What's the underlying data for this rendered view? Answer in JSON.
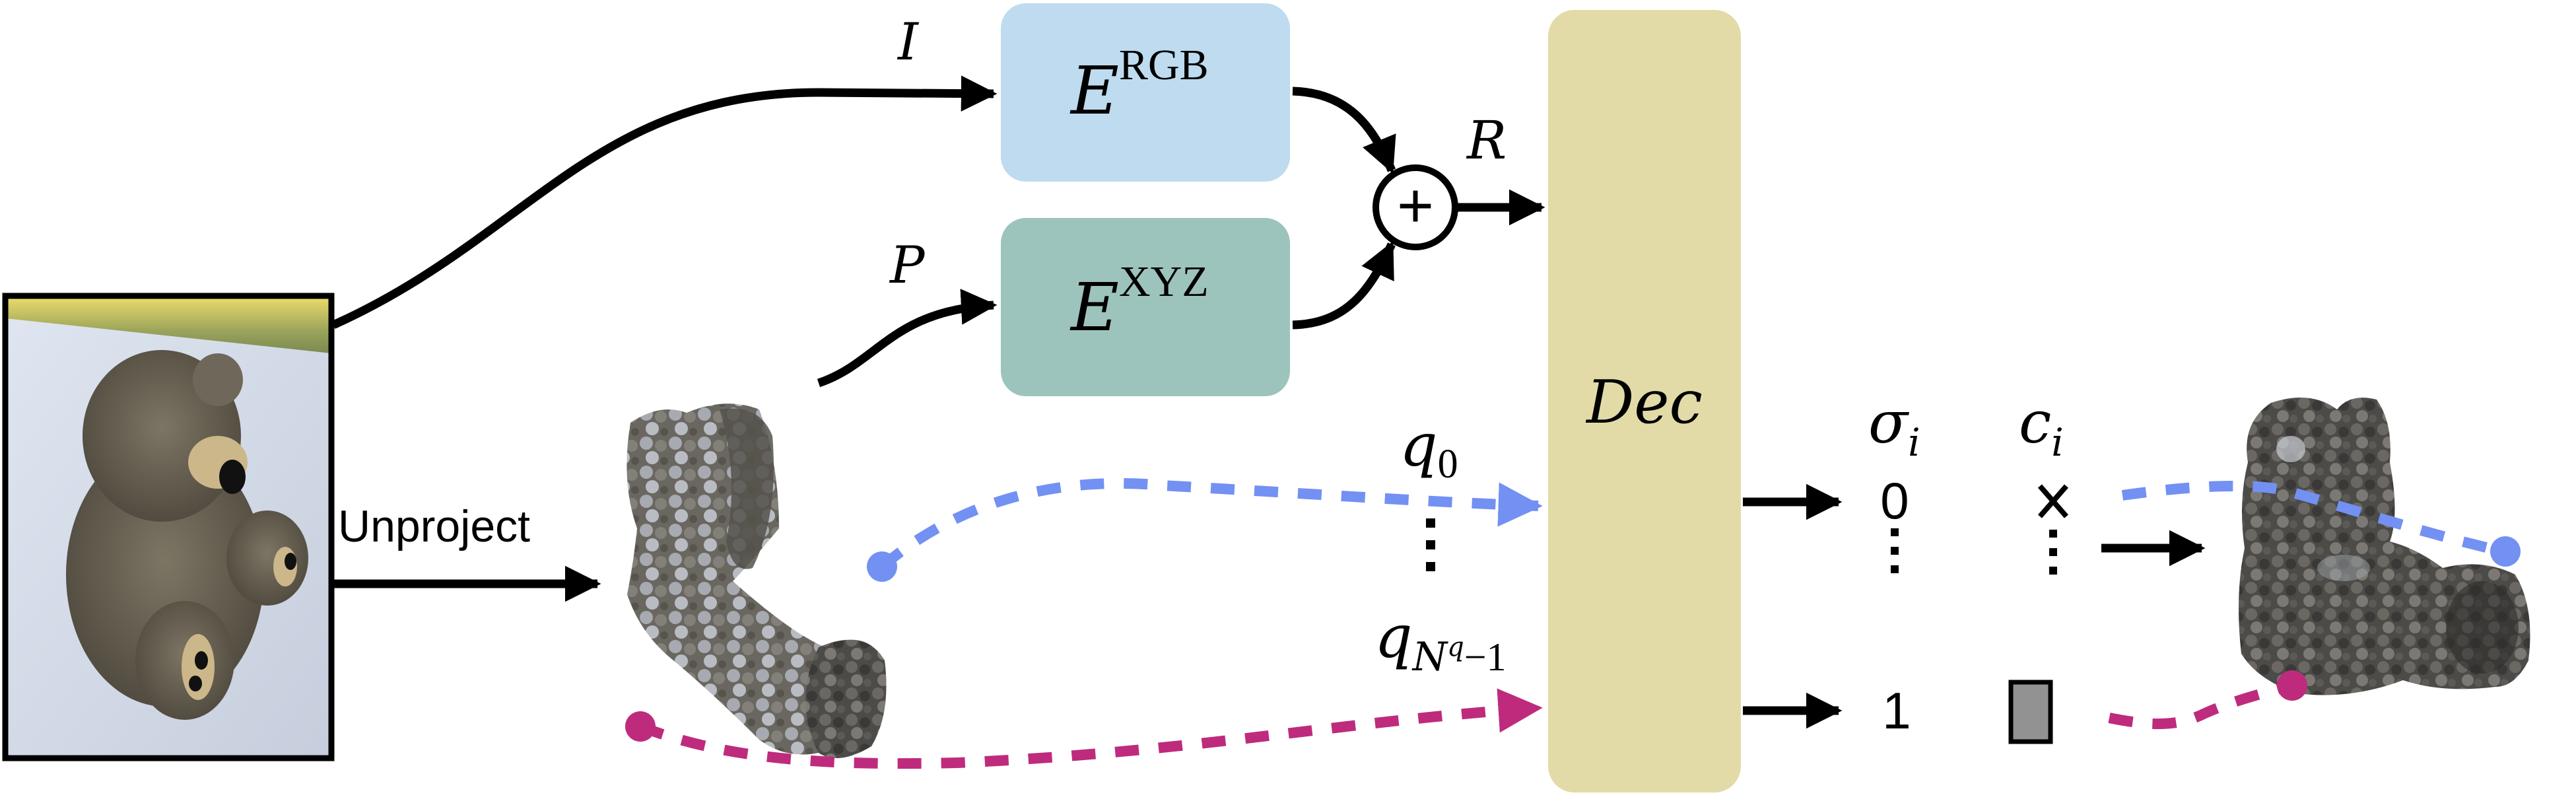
{
  "figure": {
    "title": "Pipeline diagram: image encoder + point encoder feed decoder predicting per-query density and color",
    "colors": {
      "encoder_rgb_fill": "#BEDBEF",
      "encoder_xyz_fill": "#9DC4BC",
      "decoder_fill": "#E2DBA7",
      "query_first_color": "#7390F3",
      "query_last_color": "#BE2B7D",
      "color_swatch_fill": "#929292",
      "arrow_color": "#000000"
    }
  },
  "input": {
    "image_label": "input photo of teddy bear on pavement",
    "unproject_label": "Unproject",
    "pointcloud_label": "unprojected point cloud"
  },
  "encoders": {
    "rgb": {
      "base": "E",
      "superscript": "RGB",
      "input_label": "I"
    },
    "xyz": {
      "base": "E",
      "superscript": "XYZ",
      "input_label": "P"
    }
  },
  "fusion": {
    "operator": "+",
    "output_label": "R"
  },
  "decoder": {
    "label": "Dec"
  },
  "queries": {
    "first": {
      "base": "q",
      "subscript": "0"
    },
    "ellipsis": "⋮",
    "last": {
      "base": "q",
      "subscript_main": "N",
      "subscript_sup": "q",
      "subscript_tail": "−1"
    }
  },
  "outputs": {
    "sigma_header": {
      "base": "σ",
      "subscript": "i"
    },
    "color_header": {
      "base": "c",
      "subscript": "i"
    },
    "rows": [
      {
        "sigma": "0",
        "color": "×",
        "color_kind": "none"
      },
      {
        "sigma": "⋮",
        "color": "⋮",
        "color_kind": "ellipsis"
      },
      {
        "sigma": "1",
        "color": "",
        "color_kind": "gray-swatch"
      }
    ]
  },
  "result": {
    "label": "reconstructed completed bear"
  }
}
